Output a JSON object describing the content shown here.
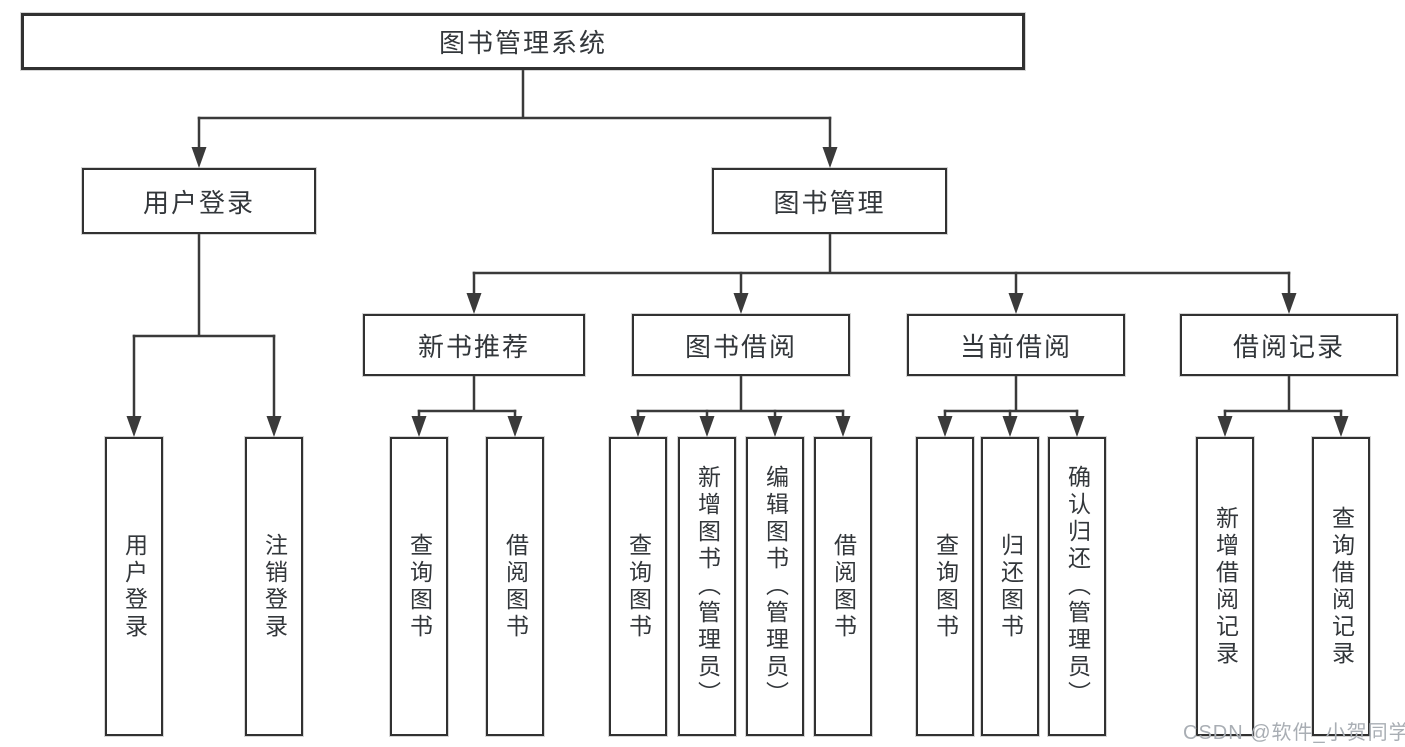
{
  "tree": {
    "root": {
      "label": "图书管理系统"
    },
    "branches": [
      {
        "label": "用户登录",
        "children": [
          {
            "label": "用户登录"
          },
          {
            "label": "注销登录"
          }
        ]
      },
      {
        "label": "图书管理",
        "children": [
          {
            "label": "新书推荐",
            "children": [
              {
                "label": "查询图书"
              },
              {
                "label": "借阅图书"
              }
            ]
          },
          {
            "label": "图书借阅",
            "children": [
              {
                "label": "查询图书"
              },
              {
                "label": "新增图书（管理员）"
              },
              {
                "label": "编辑图书（管理员）"
              },
              {
                "label": "借阅图书"
              }
            ]
          },
          {
            "label": "当前借阅",
            "children": [
              {
                "label": "查询图书"
              },
              {
                "label": "归还图书"
              },
              {
                "label": "确认归还（管理员）"
              }
            ]
          },
          {
            "label": "借阅记录",
            "children": [
              {
                "label": "新增借阅记录"
              },
              {
                "label": "查询借阅记录"
              }
            ]
          }
        ]
      }
    ]
  },
  "watermark": {
    "text": "CSDN @软件_小贺同学",
    "color": "#a9aeb4"
  },
  "colors": {
    "line": "#3a3a3a",
    "box_border": "#313131",
    "text": "#33373b",
    "background": "#ffffff"
  }
}
